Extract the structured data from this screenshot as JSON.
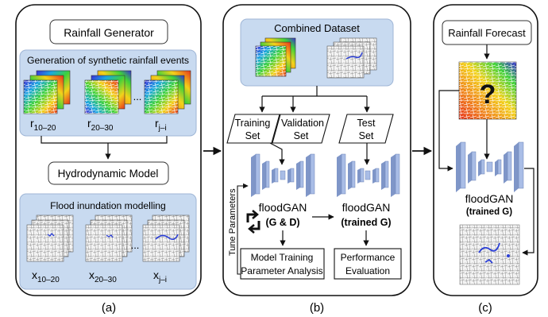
{
  "panel_a": {
    "title": "Rainfall Generator",
    "gen_title": "Generation of synthetic rainfall events",
    "ellipsis_top": "...",
    "r_labels": [
      {
        "base": "r",
        "sub": "10–20"
      },
      {
        "base": "r",
        "sub": "20–30"
      },
      {
        "base": "r",
        "sub": "j–i"
      }
    ],
    "hydro_title": "Hydrodynamic Model",
    "flood_title": "Flood inundation modelling",
    "ellipsis_bottom": "...",
    "x_labels": [
      {
        "base": "x",
        "sub": "10–20"
      },
      {
        "base": "x",
        "sub": "20–30"
      },
      {
        "base": "x",
        "sub": "j–i"
      }
    ],
    "caption": "(a)"
  },
  "panel_b": {
    "combined_title": "Combined Dataset",
    "training_line1": "Training",
    "training_line2": "Set",
    "validation_line1": "Validation",
    "validation_line2": "Set",
    "test_line1": "Test",
    "test_line2": "Set",
    "tune_label": "Tune Parameters",
    "floodgan_label": "floodGAN",
    "gd_label": "(G & D)",
    "floodgan2_label": "floodGAN",
    "trained_label": "(trained G)",
    "model_training_line1": "Model Training",
    "model_training_line2": "Parameter Analysis",
    "performance_line1": "Performance",
    "performance_line2": "Evaluation",
    "caption": "(b)"
  },
  "panel_c": {
    "title": "Rainfall Forecast",
    "question_mark": "?",
    "floodgan_label": "floodGAN",
    "trained_label": "(trained G)",
    "caption": "(c)"
  },
  "colors": {
    "light_blue_box": "#c8daf0",
    "network_face": "#a9bde6",
    "network_side": "#7f96c8",
    "arrow": "#111111"
  }
}
